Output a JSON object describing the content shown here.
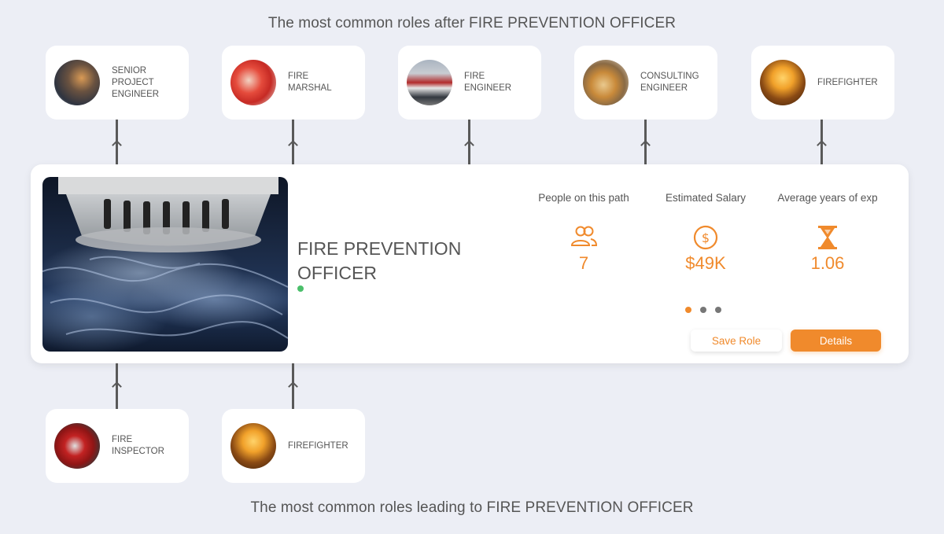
{
  "headings": {
    "top": "The most common roles after FIRE PREVENTION OFFICER",
    "bottom": "The most common roles leading to FIRE PREVENTION OFFICER"
  },
  "next_roles": [
    {
      "label": "SENIOR PROJECT ENGINEER"
    },
    {
      "label": "FIRE MARSHAL"
    },
    {
      "label": "FIRE ENGINEER"
    },
    {
      "label": "CONSULTING ENGINEER"
    },
    {
      "label": "FIREFIGHTER"
    }
  ],
  "prev_roles": [
    {
      "label": "FIRE INSPECTOR"
    },
    {
      "label": "FIREFIGHTER"
    }
  ],
  "current_role": {
    "title": "FIRE PREVENTION OFFICER",
    "stats": [
      {
        "label": "People on this path",
        "value": "7",
        "icon": "people-icon"
      },
      {
        "label": "Estimated Salary",
        "value": "$49K",
        "icon": "dollar-icon"
      },
      {
        "label": "Average years of exp",
        "value": "1.06",
        "icon": "hourglass-icon"
      }
    ],
    "pagination": {
      "count": 3,
      "active": 1
    },
    "save_label": "Save Role",
    "details_label": "Details"
  },
  "colors": {
    "accent": "#f08a2c",
    "status": "#4bbf6b",
    "background": "#eceef5"
  }
}
